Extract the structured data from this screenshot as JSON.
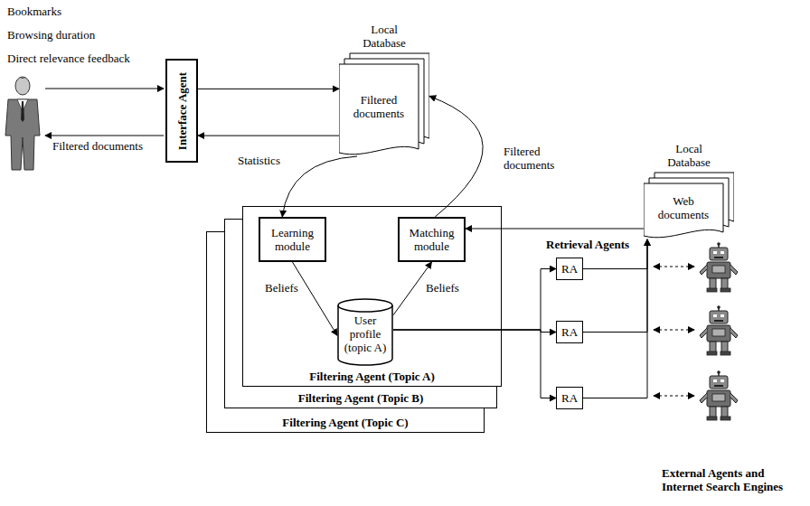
{
  "diagram": {
    "nodes": [
      {
        "text": [
          "Interface Agent"
        ]
      },
      {
        "text": [
          "Local Database",
          "Filtered documents"
        ]
      },
      {
        "text": [
          "Filtering Agent (Topic A)"
        ]
      },
      {
        "text": [
          "Learning module"
        ],
        "in": 2
      },
      {
        "text": [
          "Matching module"
        ],
        "in": 2
      },
      {
        "text": [
          "User profile (topic A)"
        ],
        "in": 2
      },
      {
        "text": [
          "Filtering Agent (Topic B)"
        ]
      },
      {
        "text": [
          "Filtering Agent (Topic C)"
        ]
      },
      {
        "text": [
          "Local Database",
          "Web documents"
        ]
      },
      {
        "text": [
          "RA"
        ]
      },
      {
        "text": [
          "RA"
        ]
      },
      {
        "text": [
          "RA"
        ]
      }
    ],
    "edges": [
      {
        "from": 0,
        "to": 1,
        "arrow": "to"
      },
      {
        "from": 1,
        "to": 0,
        "arrow": "to"
      },
      {
        "from": 1,
        "to": 3,
        "label": "Statistics",
        "arrow": "to"
      },
      {
        "from": 4,
        "to": 1,
        "label": "Filtered documents",
        "arrow": "to"
      },
      {
        "from": 3,
        "to": 5,
        "label": "Beliefs",
        "arrow": "to"
      },
      {
        "from": 5,
        "to": 4,
        "label": "Beliefs",
        "arrow": "to"
      },
      {
        "from": 8,
        "to": 4,
        "arrow": "to"
      },
      {
        "from": 5,
        "to": 9,
        "arrow": "to"
      },
      {
        "from": 5,
        "to": 10,
        "arrow": "to"
      },
      {
        "from": 5,
        "to": 11,
        "arrow": "to"
      },
      {
        "from": 9,
        "to": 8,
        "arrow": "to"
      },
      {
        "from": 10,
        "to": 8,
        "arrow": "to"
      },
      {
        "from": 11,
        "to": 8,
        "arrow": "to"
      }
    ],
    "labels": [
      "Bookmarks",
      "Browsing duration",
      "Direct relevance feedback",
      "Filtered documents",
      "Retrieval Agents",
      "External Agents and Internet Search Engines"
    ]
  }
}
